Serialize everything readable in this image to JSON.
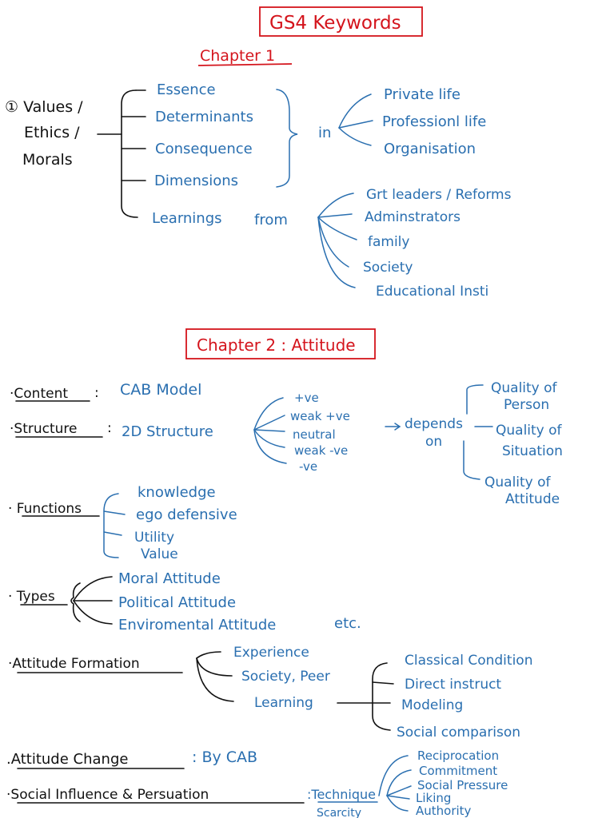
{
  "title": "GS4 Keywords",
  "chapter1": {
    "heading": "Chapter 1",
    "topic": [
      "① Values /",
      "Ethics /",
      "Morals"
    ],
    "aspects": [
      "Essence",
      "Determinants",
      "Consequence",
      "Dimensions",
      "Learnings"
    ],
    "in_label": "in",
    "in_targets": [
      "Private life",
      "Professionl life",
      "Organisation"
    ],
    "from_label": "from",
    "from_targets": [
      "Grt leaders / Reforms",
      "Adminstrators",
      "family",
      "Society",
      "Educational Insti"
    ]
  },
  "chapter2": {
    "heading": "Chapter 2 : Attitude",
    "content": {
      "label": "·Content",
      "value": "CAB Model"
    },
    "structure": {
      "label": "·Structure",
      "value": "2D Structure",
      "scale": [
        "+ve",
        "weak +ve",
        "neutral",
        "weak -ve",
        "-ve"
      ],
      "depends": [
        "depends",
        "on"
      ],
      "factors": [
        "Quality of",
        "Person",
        "Quality of",
        "Situation",
        "Quality of",
        "Attitude"
      ]
    },
    "functions": {
      "label": "· Functions",
      "items": [
        "knowledge",
        "ego defensive",
        "Utility",
        "Value"
      ]
    },
    "types": {
      "label": "· Types",
      "items": [
        "Moral Attitude",
        "Political Attitude",
        "Enviromental Attitude",
        "etc."
      ]
    },
    "formation": {
      "label": "·Attitude Formation",
      "items": [
        "Experience",
        "Society, Peer",
        "Learning"
      ],
      "learning_items": [
        "Classical Condition",
        "Direct instruct",
        "Modeling",
        "Social comparison"
      ]
    },
    "change": {
      "label": ".Attitude Change",
      "value": ": By CAB"
    },
    "influence": {
      "label": "·Social Influence & Persuation",
      "technique": ":Technique",
      "items": [
        "Reciprocation",
        "Commitment",
        "Social Pressure",
        "Liking",
        "Authority"
      ],
      "extra": "Scarcity"
    }
  },
  "colors": {
    "ink_red": "#d4141c",
    "ink_blue": "#2a6fb0",
    "ink_black": "#111111"
  }
}
